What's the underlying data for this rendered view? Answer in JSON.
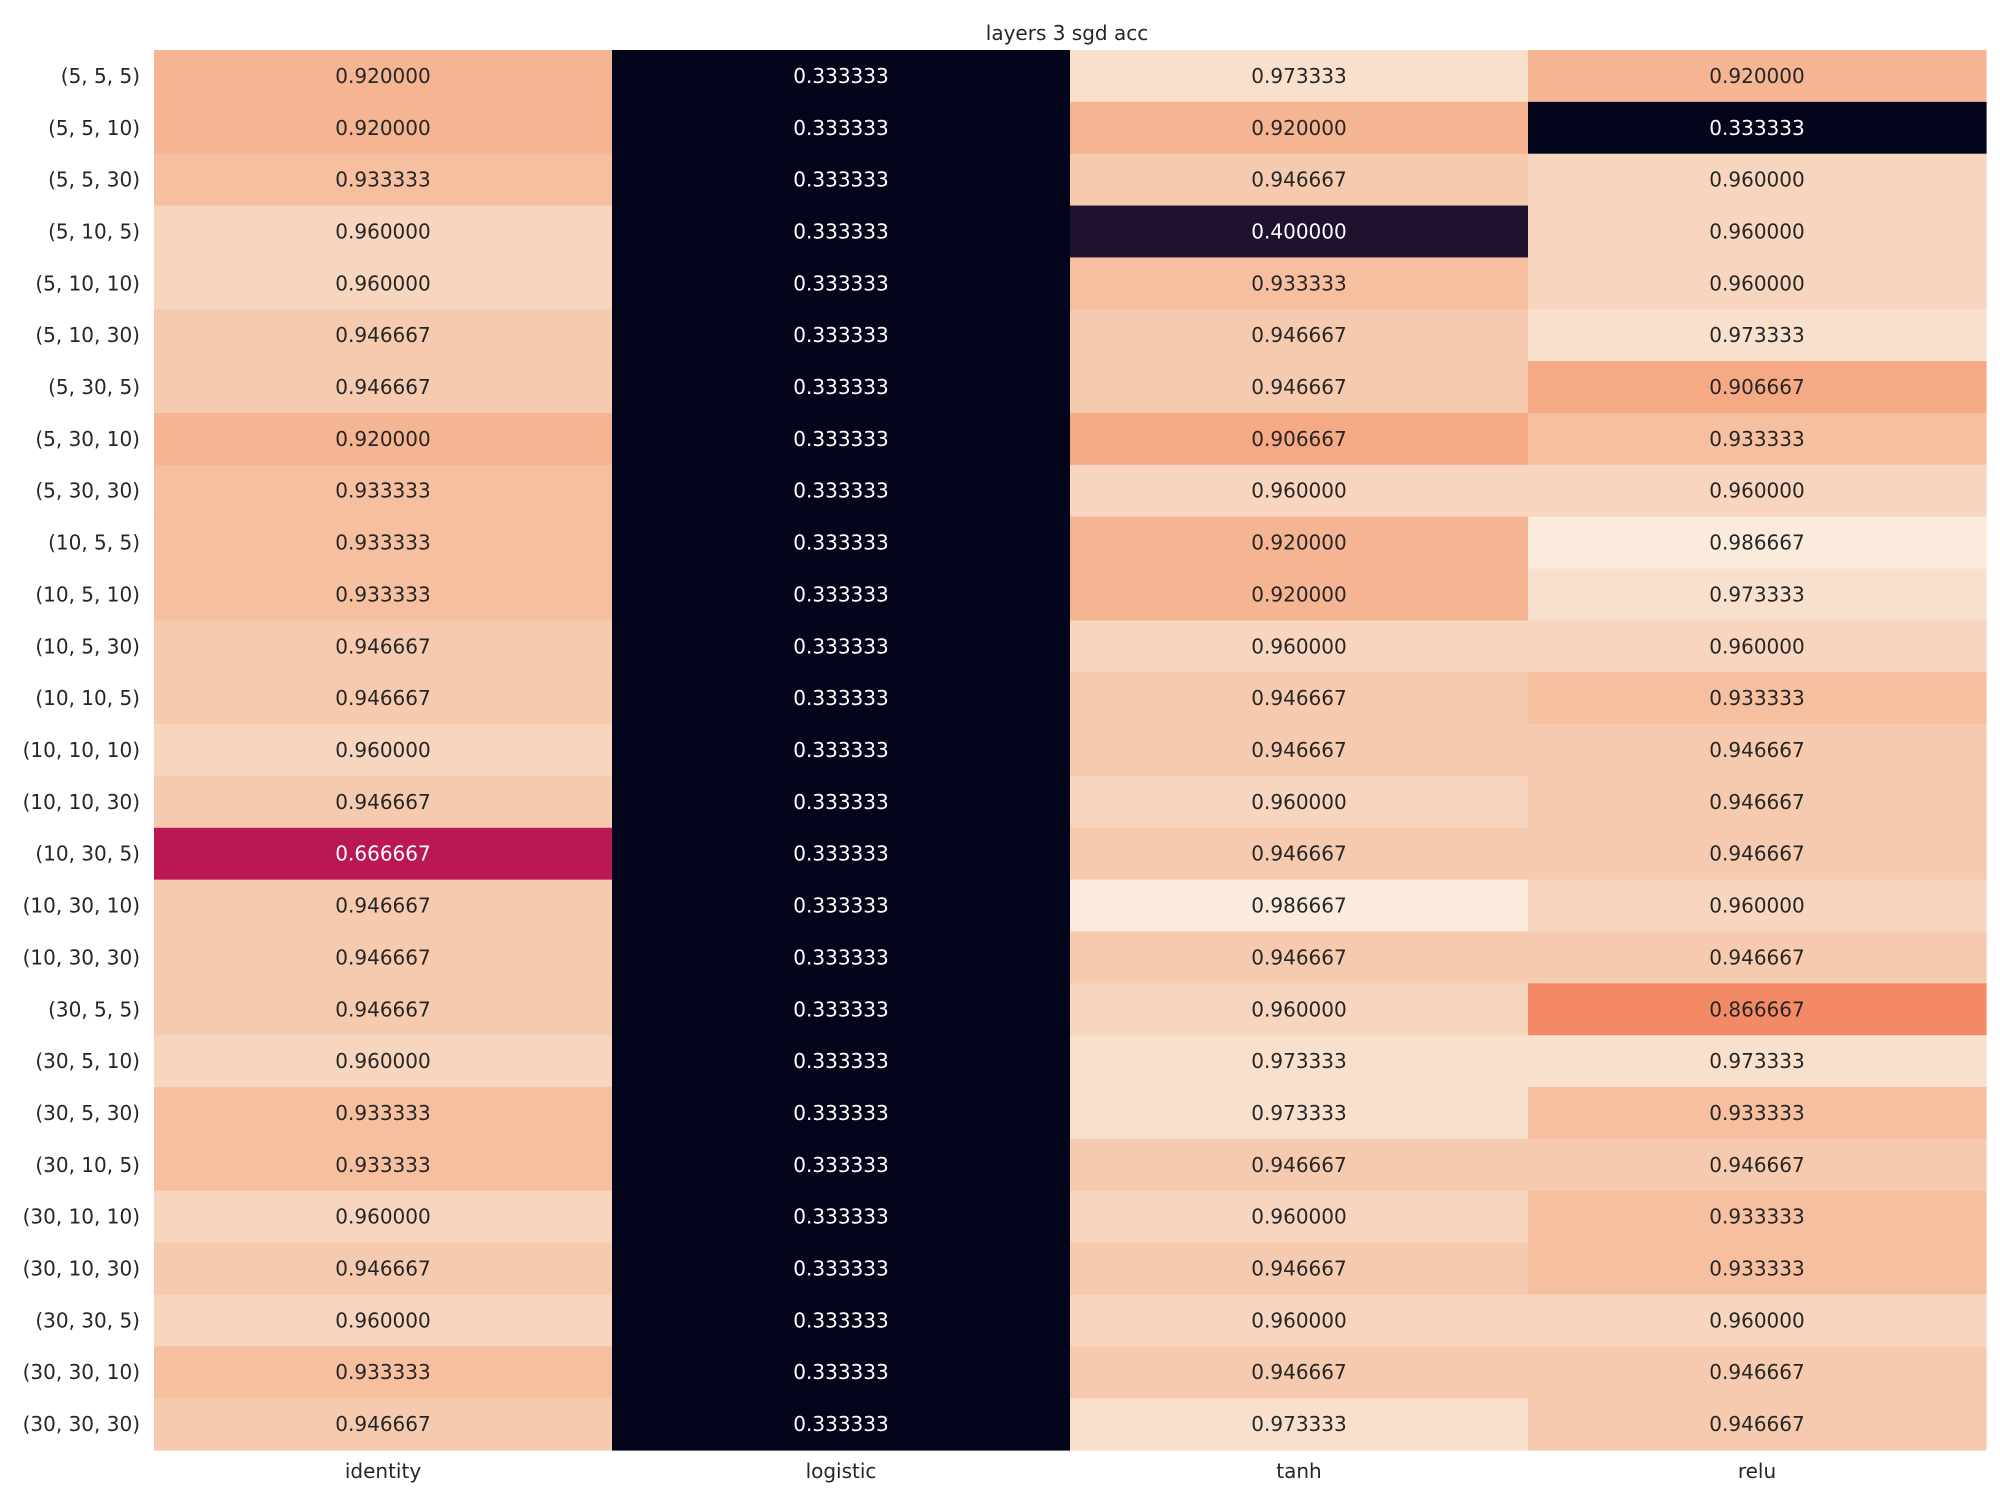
{
  "chart_data": {
    "type": "heatmap",
    "title": "layers 3 sgd acc",
    "xlabel": "",
    "ylabel": "",
    "colormap": "rocket",
    "value_range": [
      0.333333,
      0.986667
    ],
    "columns": [
      "identity",
      "logistic",
      "tanh",
      "relu"
    ],
    "rows": [
      "(5, 5, 5)",
      "(5, 5, 10)",
      "(5, 5, 30)",
      "(5, 10, 5)",
      "(5, 10, 10)",
      "(5, 10, 30)",
      "(5, 30, 5)",
      "(5, 30, 10)",
      "(5, 30, 30)",
      "(10, 5, 5)",
      "(10, 5, 10)",
      "(10, 5, 30)",
      "(10, 10, 5)",
      "(10, 10, 10)",
      "(10, 10, 30)",
      "(10, 30, 5)",
      "(10, 30, 10)",
      "(10, 30, 30)",
      "(30, 5, 5)",
      "(30, 5, 10)",
      "(30, 5, 30)",
      "(30, 10, 5)",
      "(30, 10, 10)",
      "(30, 10, 30)",
      "(30, 30, 5)",
      "(30, 30, 10)",
      "(30, 30, 30)"
    ],
    "values": [
      [
        0.92,
        0.333333,
        0.973333,
        0.92
      ],
      [
        0.92,
        0.333333,
        0.92,
        0.333333
      ],
      [
        0.933333,
        0.333333,
        0.946667,
        0.96
      ],
      [
        0.96,
        0.333333,
        0.4,
        0.96
      ],
      [
        0.96,
        0.333333,
        0.933333,
        0.96
      ],
      [
        0.946667,
        0.333333,
        0.946667,
        0.973333
      ],
      [
        0.946667,
        0.333333,
        0.946667,
        0.906667
      ],
      [
        0.92,
        0.333333,
        0.906667,
        0.933333
      ],
      [
        0.933333,
        0.333333,
        0.96,
        0.96
      ],
      [
        0.933333,
        0.333333,
        0.92,
        0.986667
      ],
      [
        0.933333,
        0.333333,
        0.92,
        0.973333
      ],
      [
        0.946667,
        0.333333,
        0.96,
        0.96
      ],
      [
        0.946667,
        0.333333,
        0.946667,
        0.933333
      ],
      [
        0.96,
        0.333333,
        0.946667,
        0.946667
      ],
      [
        0.946667,
        0.333333,
        0.96,
        0.946667
      ],
      [
        0.666667,
        0.333333,
        0.946667,
        0.946667
      ],
      [
        0.946667,
        0.333333,
        0.986667,
        0.96
      ],
      [
        0.946667,
        0.333333,
        0.946667,
        0.946667
      ],
      [
        0.946667,
        0.333333,
        0.96,
        0.866667
      ],
      [
        0.96,
        0.333333,
        0.973333,
        0.973333
      ],
      [
        0.933333,
        0.333333,
        0.973333,
        0.933333
      ],
      [
        0.933333,
        0.333333,
        0.946667,
        0.946667
      ],
      [
        0.96,
        0.333333,
        0.96,
        0.933333
      ],
      [
        0.946667,
        0.333333,
        0.946667,
        0.933333
      ],
      [
        0.96,
        0.333333,
        0.96,
        0.96
      ],
      [
        0.933333,
        0.333333,
        0.946667,
        0.946667
      ],
      [
        0.946667,
        0.333333,
        0.973333,
        0.946667
      ]
    ],
    "colorbar": false,
    "grid": false
  }
}
